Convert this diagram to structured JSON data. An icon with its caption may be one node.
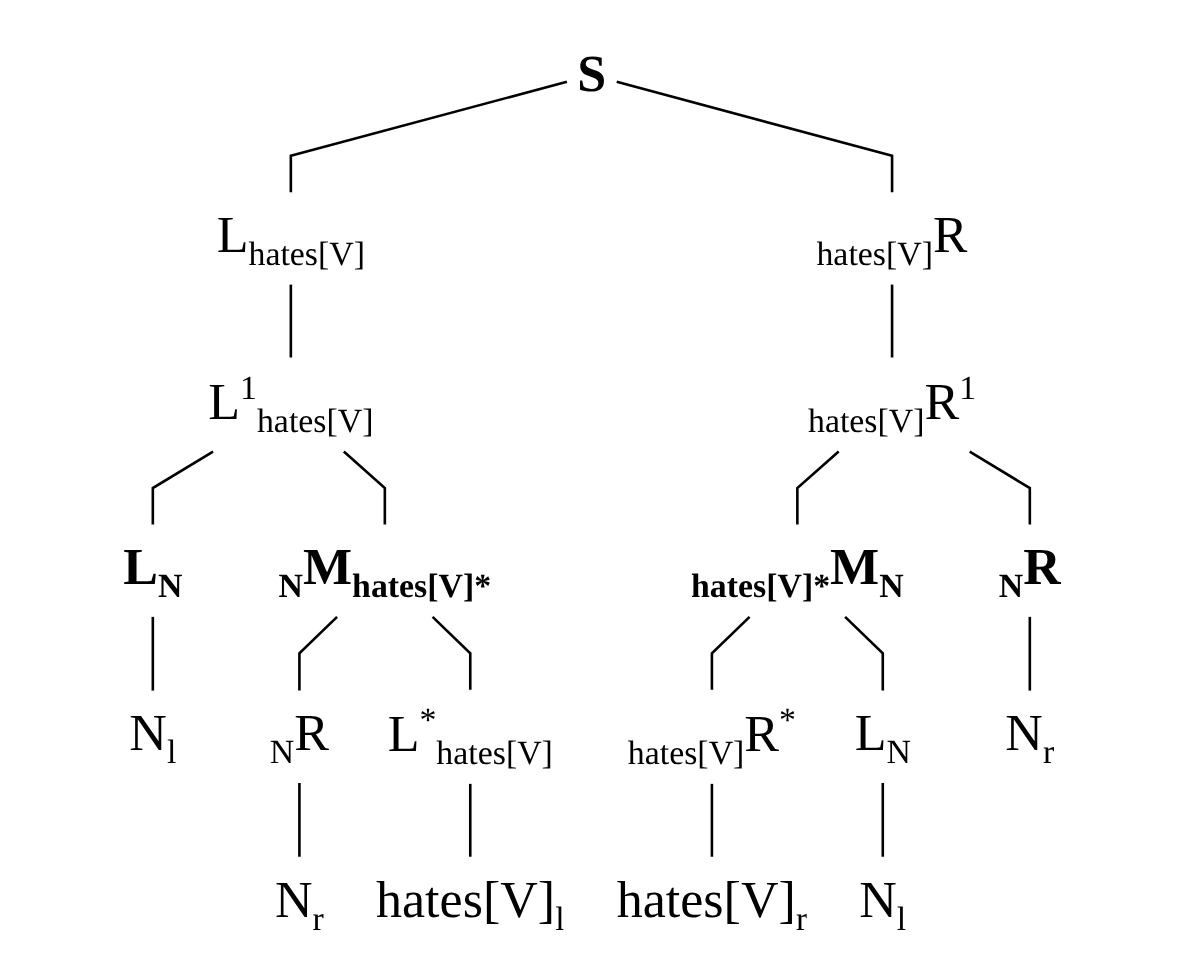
{
  "diagram": {
    "nodes": [
      {
        "text": [
          "S"
        ]
      },
      {
        "text": [
          "L$_{hates[V]}$"
        ]
      },
      {
        "text": [
          "$_{hates[V]}$R"
        ]
      },
      {
        "text": [
          "L$^{1}$$_{hates[V]}$"
        ]
      },
      {
        "text": [
          "$_{hates[V]}$R$^{1}$"
        ]
      },
      {
        "text": [
          "L$_{N}$"
        ]
      },
      {
        "text": [
          "$_{N}$M$_{hates[V]*}$"
        ]
      },
      {
        "text": [
          "$_{hates[V]*}$M$_{N}$"
        ]
      },
      {
        "text": [
          "$_{N}$R"
        ]
      },
      {
        "text": [
          "N$_{l}$"
        ]
      },
      {
        "text": [
          "$_{N}$R"
        ]
      },
      {
        "text": [
          "L$^{*}$$_{hates[V]}$"
        ]
      },
      {
        "text": [
          "$_{hates[V]}$R$^{*}$"
        ]
      },
      {
        "text": [
          "L$_{N}$"
        ]
      },
      {
        "text": [
          "N$_{r}$"
        ]
      },
      {
        "text": [
          "N$_{r}$"
        ]
      },
      {
        "text": [
          "hates[V]$_{l}$"
        ]
      },
      {
        "text": [
          "hates[V]$_{r}$"
        ]
      },
      {
        "text": [
          "N$_{l}$"
        ]
      }
    ],
    "edges": [
      {
        "from": 0,
        "to": 1,
        "arrow": "none"
      },
      {
        "from": 0,
        "to": 2,
        "arrow": "none"
      },
      {
        "from": 1,
        "to": 3,
        "arrow": "none"
      },
      {
        "from": 2,
        "to": 4,
        "arrow": "none"
      },
      {
        "from": 3,
        "to": 5,
        "arrow": "none"
      },
      {
        "from": 3,
        "to": 6,
        "arrow": "none"
      },
      {
        "from": 4,
        "to": 7,
        "arrow": "none"
      },
      {
        "from": 4,
        "to": 8,
        "arrow": "none"
      },
      {
        "from": 5,
        "to": 9,
        "arrow": "none"
      },
      {
        "from": 6,
        "to": 10,
        "arrow": "none"
      },
      {
        "from": 6,
        "to": 11,
        "arrow": "none"
      },
      {
        "from": 7,
        "to": 12,
        "arrow": "none"
      },
      {
        "from": 7,
        "to": 13,
        "arrow": "none"
      },
      {
        "from": 8,
        "to": 14,
        "arrow": "none"
      },
      {
        "from": 10,
        "to": 15,
        "arrow": "none"
      },
      {
        "from": 11,
        "to": 16,
        "arrow": "none"
      },
      {
        "from": 12,
        "to": 17,
        "arrow": "none"
      },
      {
        "from": 13,
        "to": 18,
        "arrow": "none"
      }
    ]
  }
}
